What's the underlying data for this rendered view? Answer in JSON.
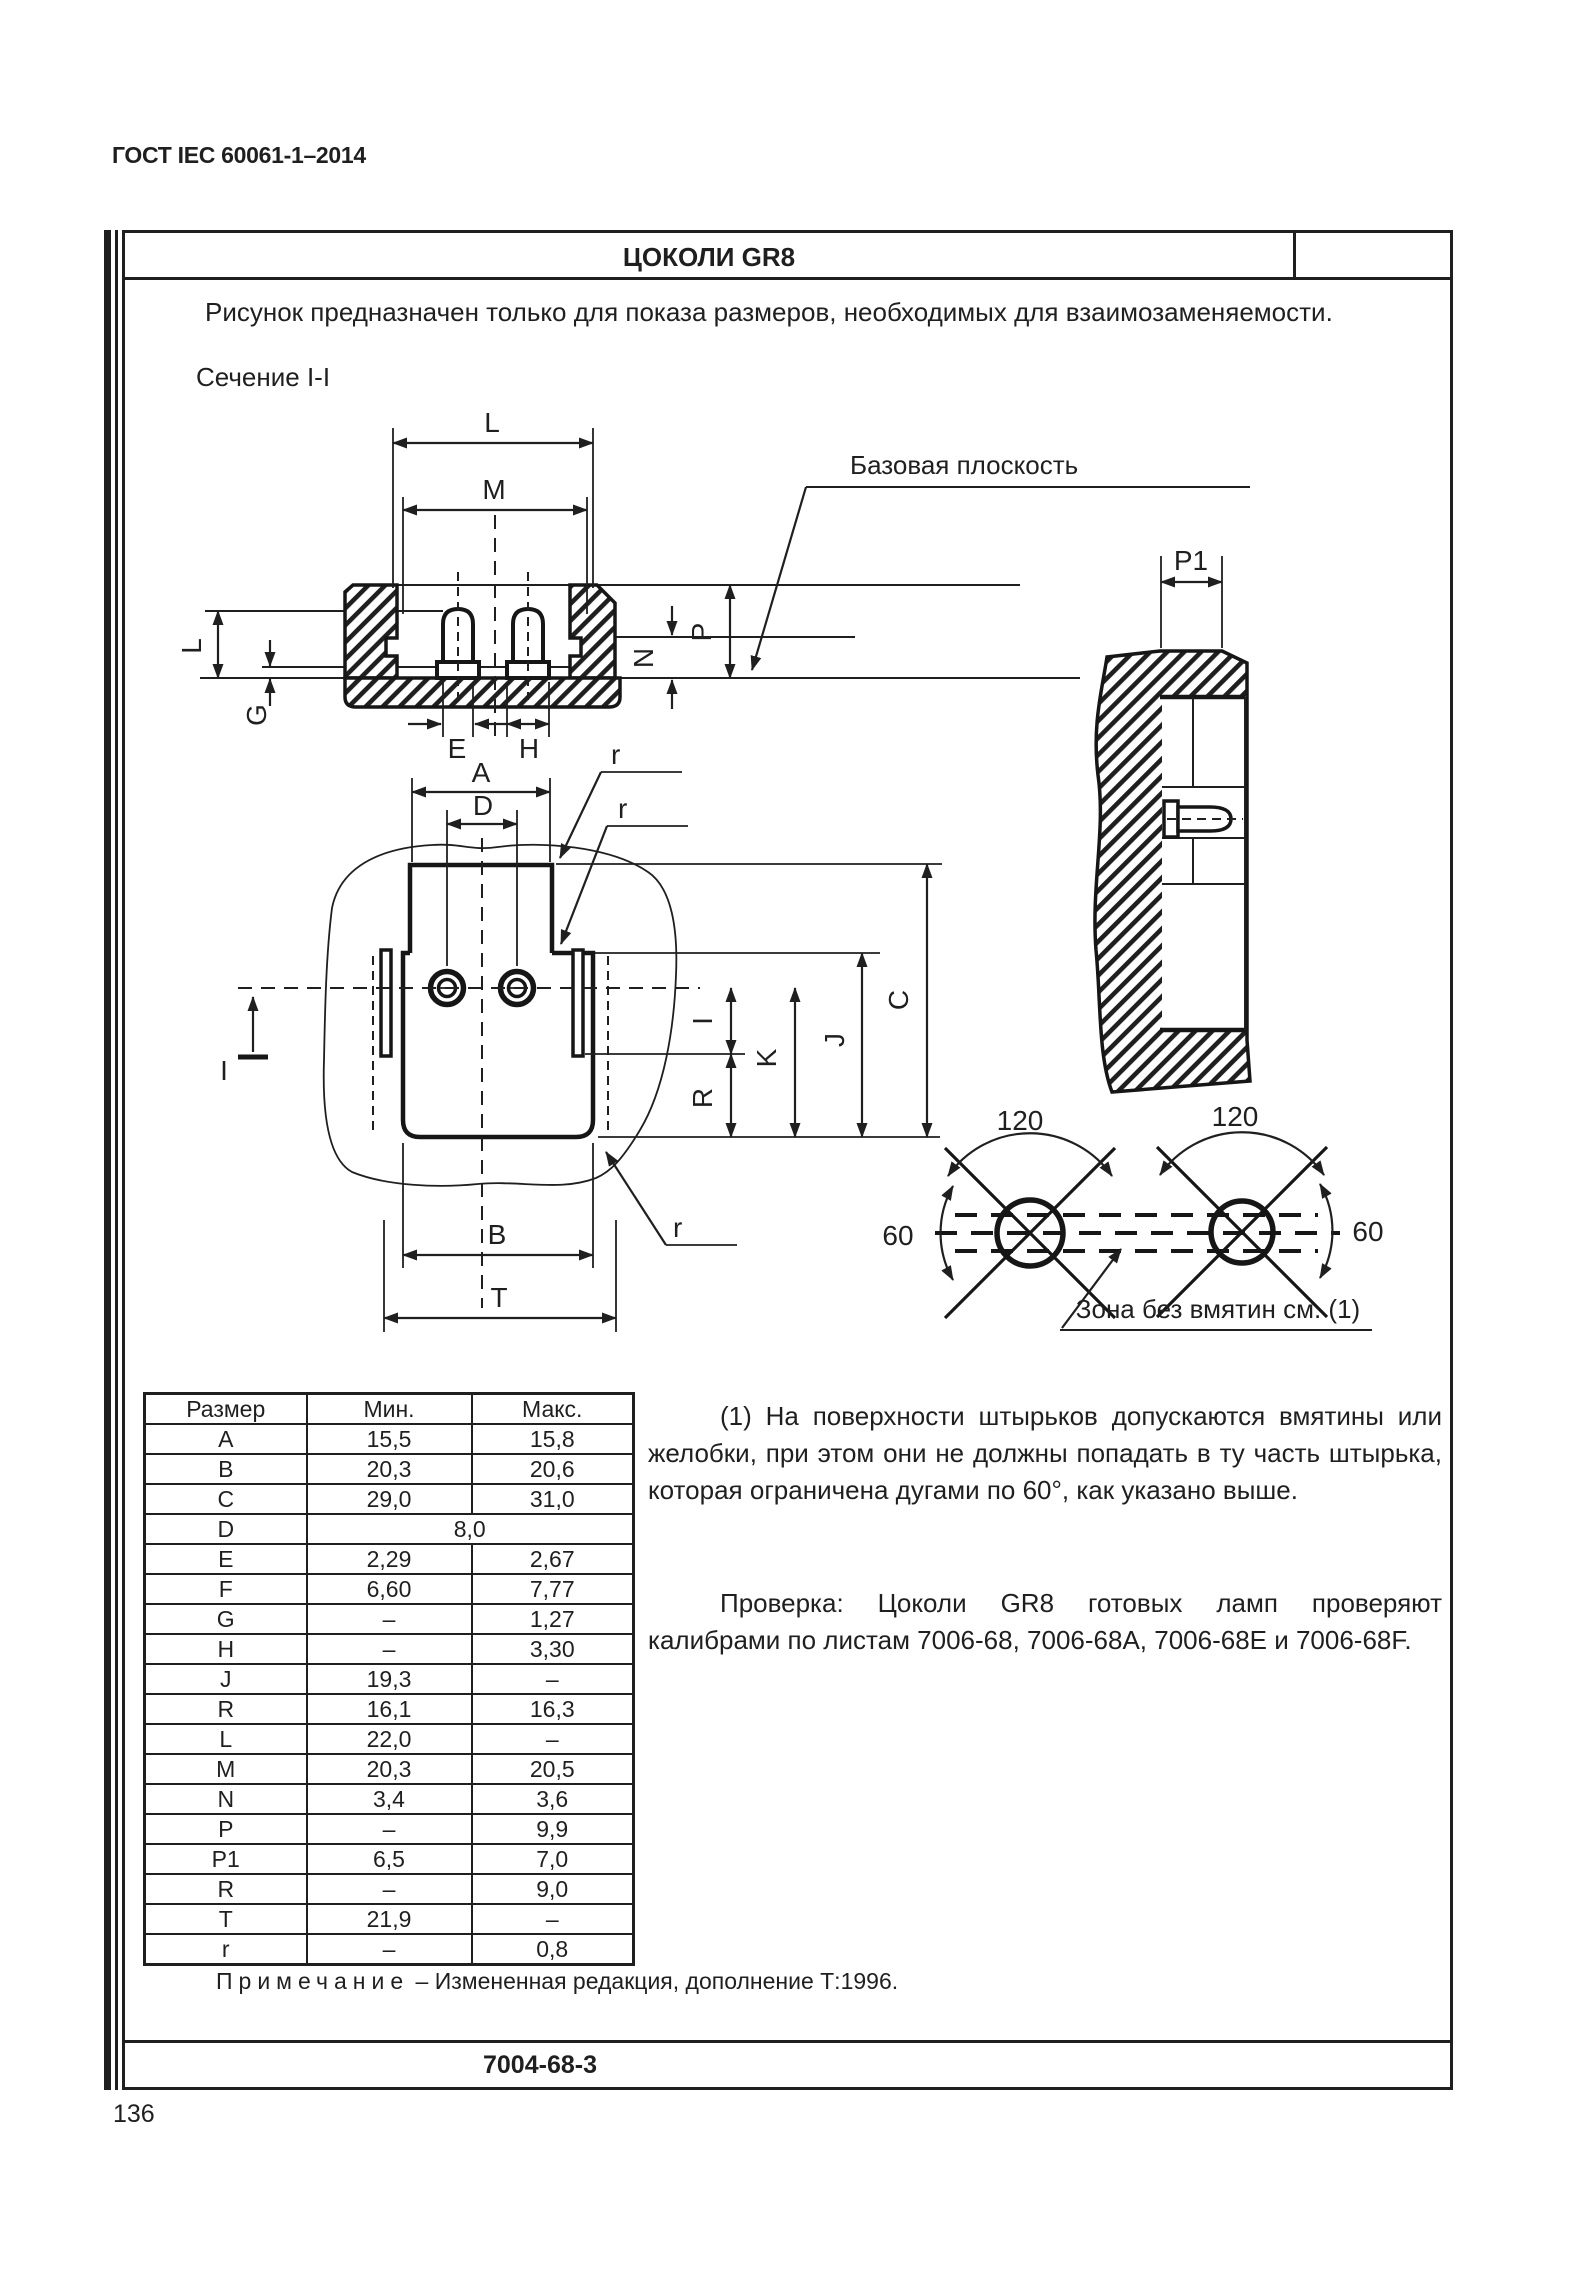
{
  "header": {
    "doc_code": "ГОСТ IEC 60061-1–2014"
  },
  "sheet": {
    "title": "ЦОКОЛИ GR8",
    "intro": "Рисунок предназначен только для показа размеров, необходимых для взаимозаменяемости.",
    "section_label": "Сечение I-I",
    "sheet_number": "7004-68-3"
  },
  "drawing": {
    "base_plane_label": "Базовая плоскость",
    "zone_label": "Зона без вмятин см. (1)",
    "labels": {
      "L_top": "L",
      "M": "M",
      "L_side": "L",
      "G": "G",
      "E": "E",
      "H": "H",
      "P": "P",
      "N": "N",
      "P1": "P1",
      "A": "A",
      "D": "D",
      "r": "r",
      "I_dim": "I",
      "K": "K",
      "R": "R",
      "J": "J",
      "C": "C",
      "B": "B",
      "T": "T",
      "section": "I",
      "angle_120": "120",
      "angle_60": "60"
    }
  },
  "table": {
    "headers": [
      "Размер",
      "Мин.",
      "Макс."
    ],
    "rows": [
      {
        "name": "A",
        "min": "15,5",
        "max": "15,8"
      },
      {
        "name": "B",
        "min": "20,3",
        "max": "20,6"
      },
      {
        "name": "C",
        "min": "29,0",
        "max": "31,0"
      },
      {
        "name": "D",
        "span": "8,0"
      },
      {
        "name": "E",
        "min": "2,29",
        "max": "2,67"
      },
      {
        "name": "F",
        "min": "6,60",
        "max": "7,77"
      },
      {
        "name": "G",
        "min": "–",
        "max": "1,27"
      },
      {
        "name": "H",
        "min": "–",
        "max": "3,30"
      },
      {
        "name": "J",
        "min": "19,3",
        "max": "–"
      },
      {
        "name": "R",
        "min": "16,1",
        "max": "16,3"
      },
      {
        "name": "L",
        "min": "22,0",
        "max": "–"
      },
      {
        "name": "M",
        "min": "20,3",
        "max": "20,5"
      },
      {
        "name": "N",
        "min": "3,4",
        "max": "3,6"
      },
      {
        "name": "P",
        "min": "–",
        "max": "9,9"
      },
      {
        "name": "P1",
        "min": "6,5",
        "max": "7,0"
      },
      {
        "name": "R",
        "min": "–",
        "max": "9,0"
      },
      {
        "name": "T",
        "min": "21,9",
        "max": "–"
      },
      {
        "name": "r",
        "min": "–",
        "max": "0,8"
      }
    ]
  },
  "notes": {
    "para1": "(1) На поверхности штырьков допускаются вмятины или желобки, при этом они не должны попадать в ту часть штырька, которая ограничена дугами по 60°, как указано выше.",
    "para2": "Проверка: Цоколи GR8 готовых ламп проверяют калибрами по листам 7006-68, 7006-68А, 7006-68Е и 7006-68F.",
    "note_label": "Примечание",
    "note_text": "– Измененная редакция, дополнение Т:1996."
  },
  "footer": {
    "page_number": "136"
  }
}
